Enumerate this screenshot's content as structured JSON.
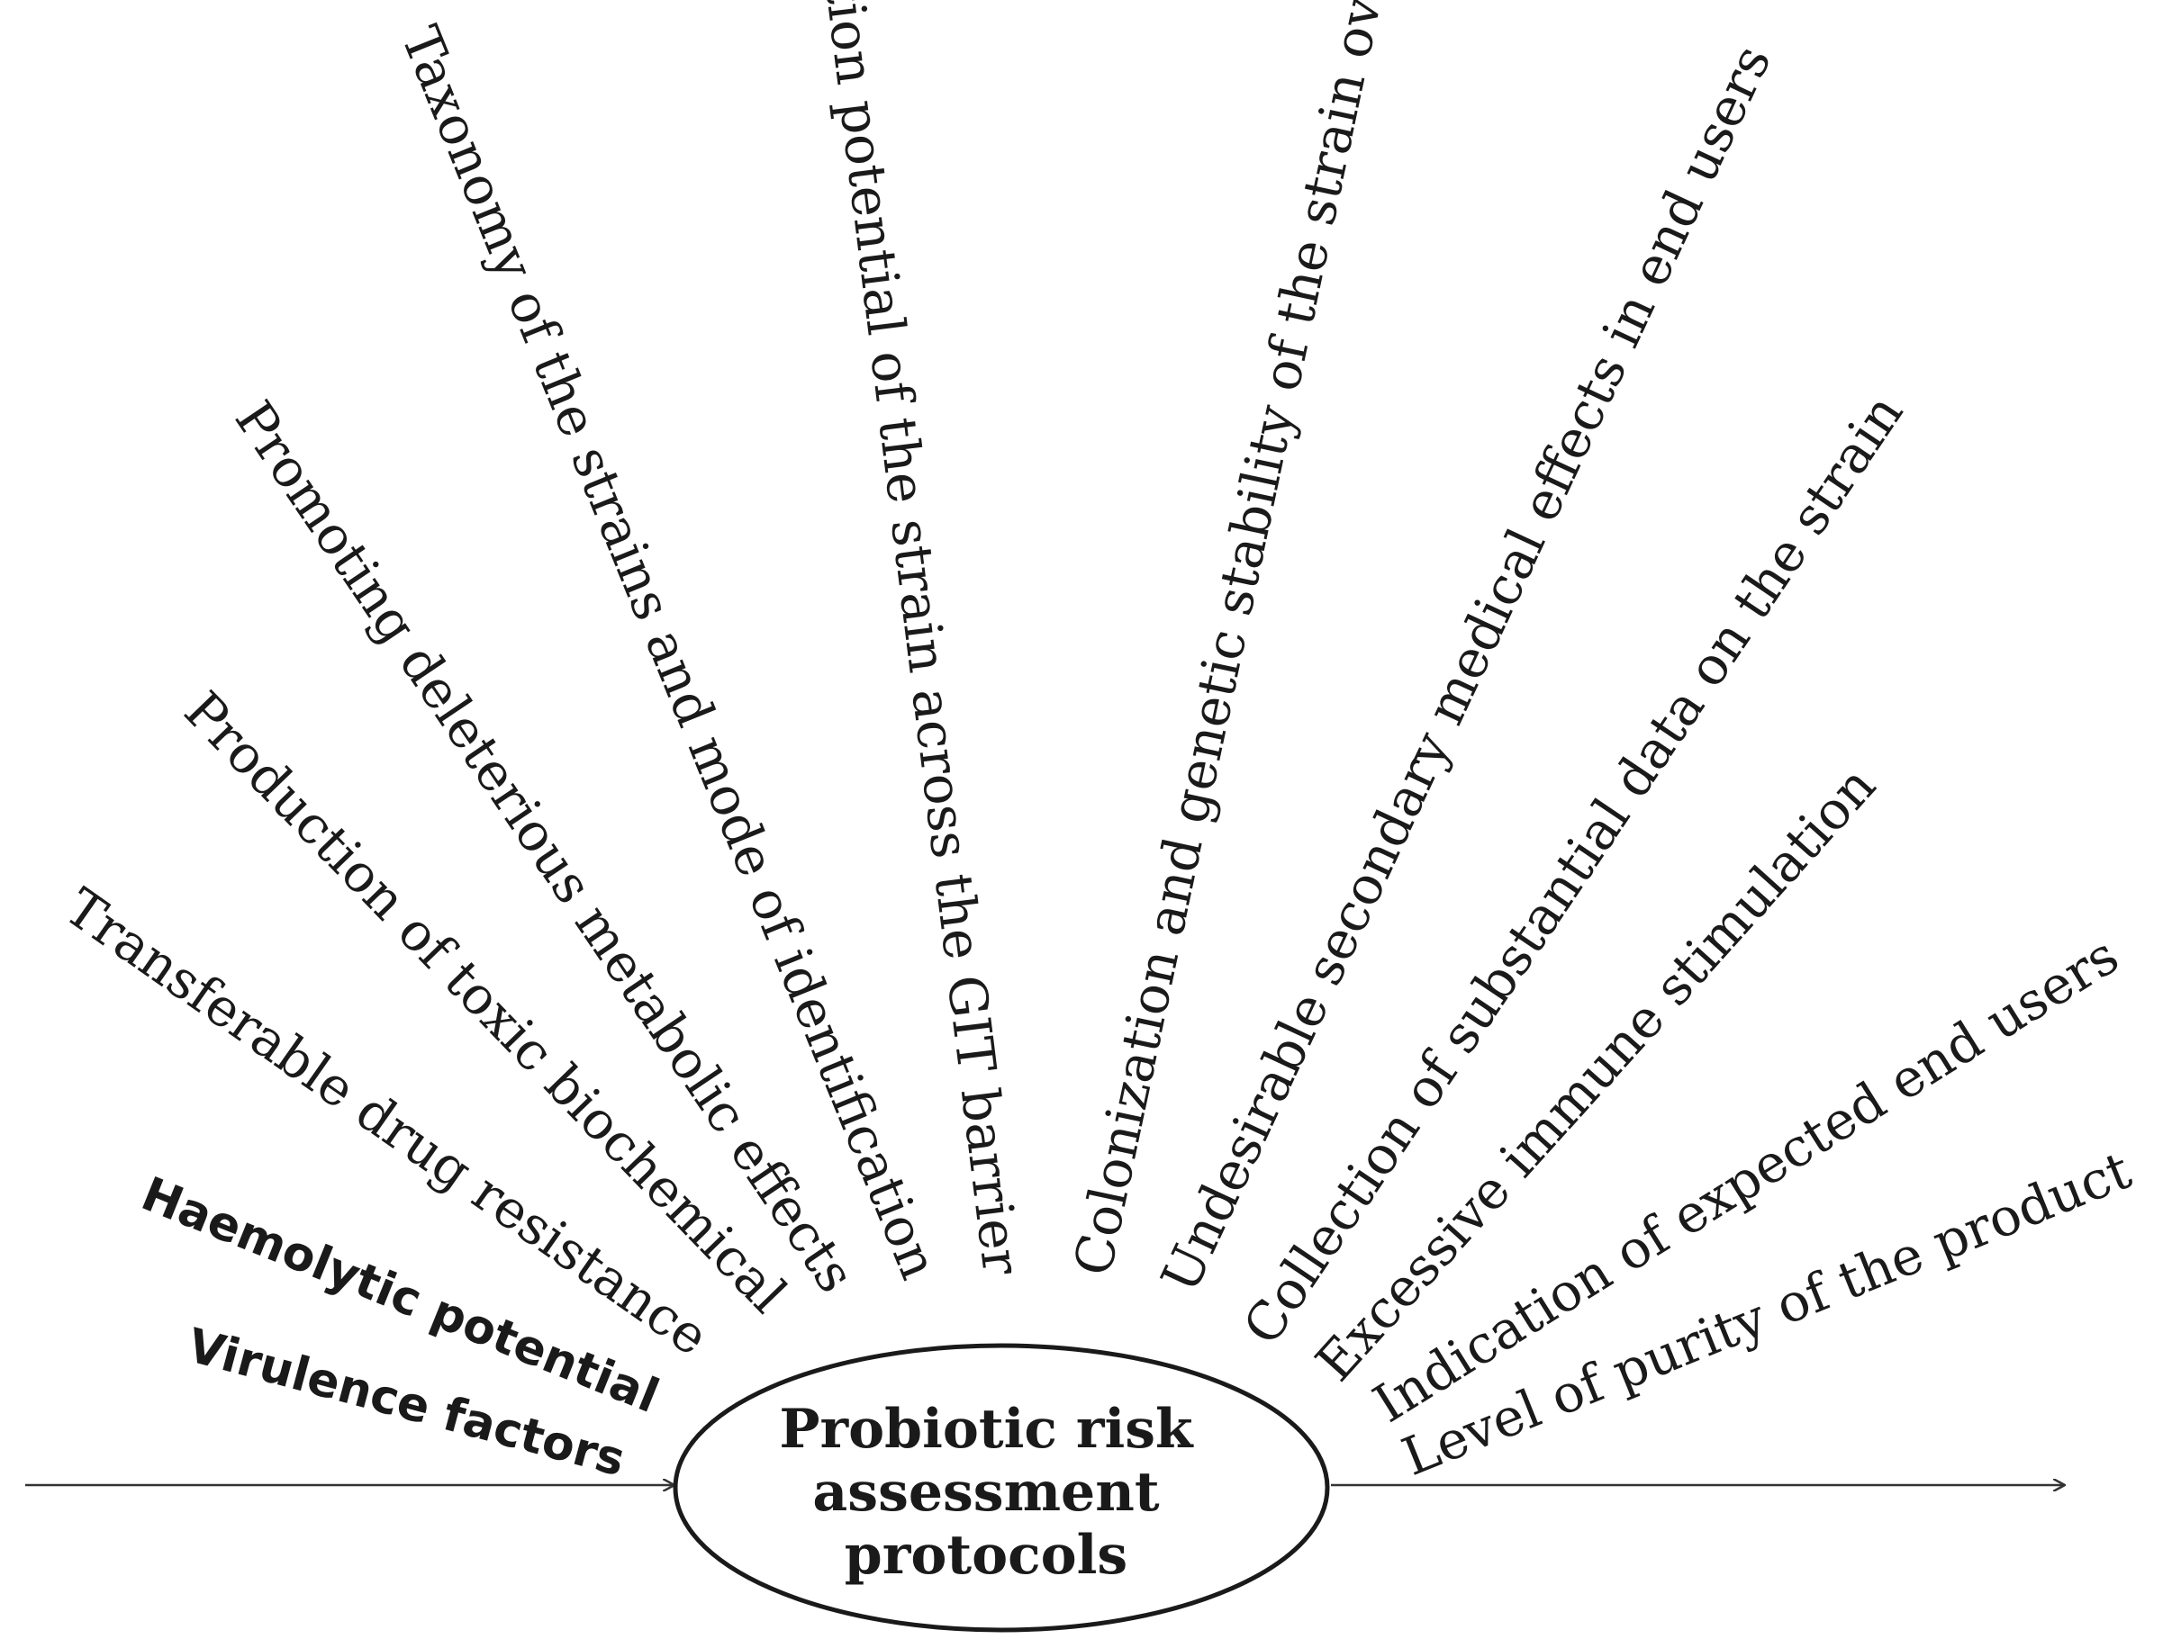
{
  "center": {
    "line1": "Probiotic risk",
    "line2": "assessment",
    "line3": "protocols"
  },
  "left_factors": [
    "Virulence factors",
    "Haemolytic potential",
    "Transferable drug resistance",
    "Production of toxic biochemical",
    "Promoting deleterious metabolic effects",
    "Taxonomy of the strains and mode of identification",
    "Transmigration potential of the strain across the GIT barrier"
  ],
  "right_factors": [
    "Colonization and genetic stability of the strain over times",
    "Undesirable secondary medical effects in end users",
    "Collection of substantial data on the strain",
    "Excessive immune stimulation",
    "Indication of expected end users",
    "Level of purity of the product"
  ]
}
